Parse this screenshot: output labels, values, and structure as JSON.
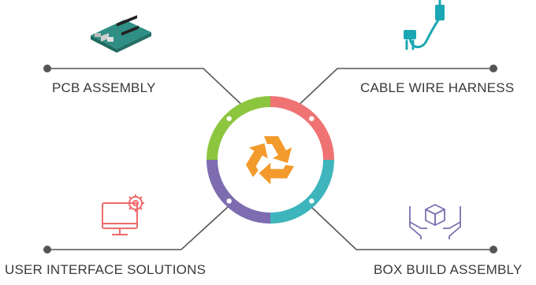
{
  "colors": {
    "green": "#8cc63f",
    "red": "#ef7373",
    "teal": "#3eb5bc",
    "purple": "#7d6db0",
    "center_icon": "#f39a2c",
    "line": "#555555",
    "dot": "#555555"
  },
  "center": {
    "icon": "recycle-icon"
  },
  "items": [
    {
      "label": "PCB ASSEMBLY",
      "icon": "circuit-board-icon"
    },
    {
      "label": "CABLE WIRE HARNESS",
      "icon": "cable-plug-icon"
    },
    {
      "label": "USER INTERFACE SOLUTIONS",
      "icon": "monitor-gear-icon"
    },
    {
      "label": "BOX BUILD ASSEMBLY",
      "icon": "hands-box-icon"
    }
  ]
}
